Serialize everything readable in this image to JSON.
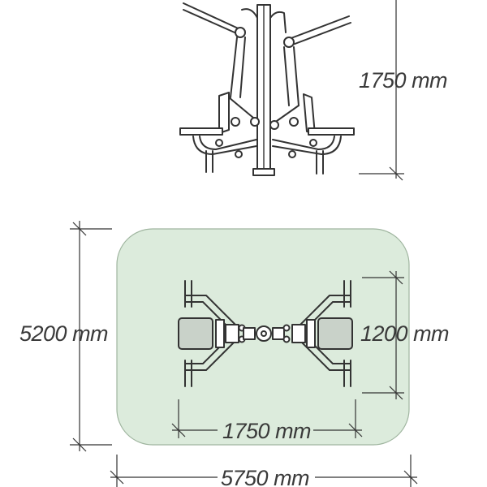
{
  "dimensions": {
    "height": "1750 mm",
    "depth": "5200 mm",
    "seat_span": "1200 mm",
    "inner_width": "1750 mm",
    "overall_width": "5750 mm"
  },
  "colors": {
    "safety_zone_fill": "#dcebdc",
    "safety_zone_stroke": "#9fb59f",
    "line": "#333333",
    "text": "#3a3a3a"
  }
}
